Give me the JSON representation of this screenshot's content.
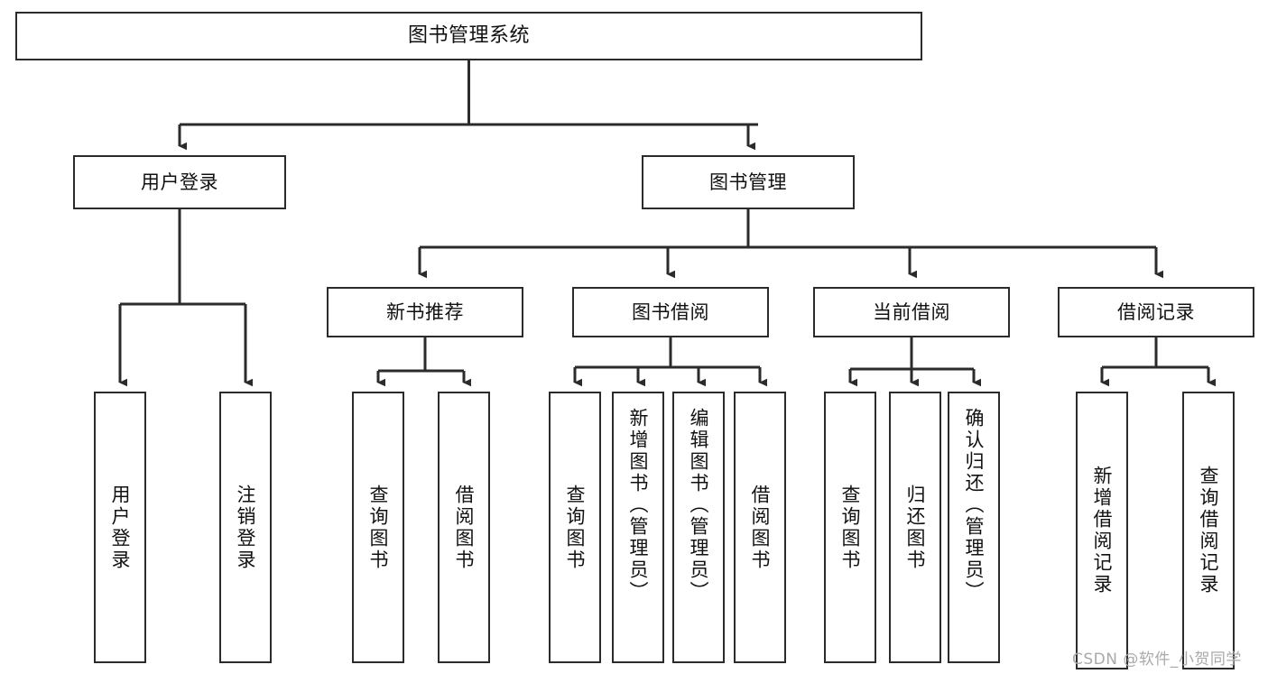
{
  "diagram": {
    "type": "tree-hierarchy",
    "title": "图书管理系统",
    "watermark": "CSDN @软件_小贺同学",
    "stroke_color": "#2b2b2b",
    "fill_color": "#ffffff",
    "text_color": "#111111",
    "nodes": {
      "root": {
        "label": "图书管理系统"
      },
      "level2": [
        {
          "id": "user-login",
          "label": "用户登录"
        },
        {
          "id": "book-management",
          "label": "图书管理"
        }
      ],
      "level3": [
        {
          "id": "new-book-recommend",
          "label": "新书推荐"
        },
        {
          "id": "book-borrow",
          "label": "图书借阅"
        },
        {
          "id": "current-borrow",
          "label": "当前借阅"
        },
        {
          "id": "borrow-record",
          "label": "借阅记录"
        }
      ],
      "leaves": [
        {
          "id": "leaf-user-login",
          "label": "用户登录",
          "parent": "user-login"
        },
        {
          "id": "leaf-logout",
          "label": "注销登录",
          "parent": "user-login"
        },
        {
          "id": "leaf-query-book-1",
          "label": "查询图书",
          "parent": "new-book-recommend"
        },
        {
          "id": "leaf-borrow-book-1",
          "label": "借阅图书",
          "parent": "new-book-recommend"
        },
        {
          "id": "leaf-query-book-2",
          "label": "查询图书",
          "parent": "book-borrow"
        },
        {
          "id": "leaf-add-book",
          "label": "新增图书（管理员）",
          "parent": "book-borrow"
        },
        {
          "id": "leaf-edit-book",
          "label": "编辑图书（管理员）",
          "parent": "book-borrow"
        },
        {
          "id": "leaf-borrow-book-2",
          "label": "借阅图书",
          "parent": "book-borrow"
        },
        {
          "id": "leaf-query-book-3",
          "label": "查询图书",
          "parent": "current-borrow"
        },
        {
          "id": "leaf-return-book",
          "label": "归还图书",
          "parent": "current-borrow"
        },
        {
          "id": "leaf-confirm-return",
          "label": "确认归还（管理员）",
          "parent": "current-borrow"
        },
        {
          "id": "leaf-add-record",
          "label": "新增借阅记录",
          "parent": "borrow-record"
        },
        {
          "id": "leaf-query-record",
          "label": "查询借阅记录",
          "parent": "borrow-record"
        }
      ]
    }
  }
}
